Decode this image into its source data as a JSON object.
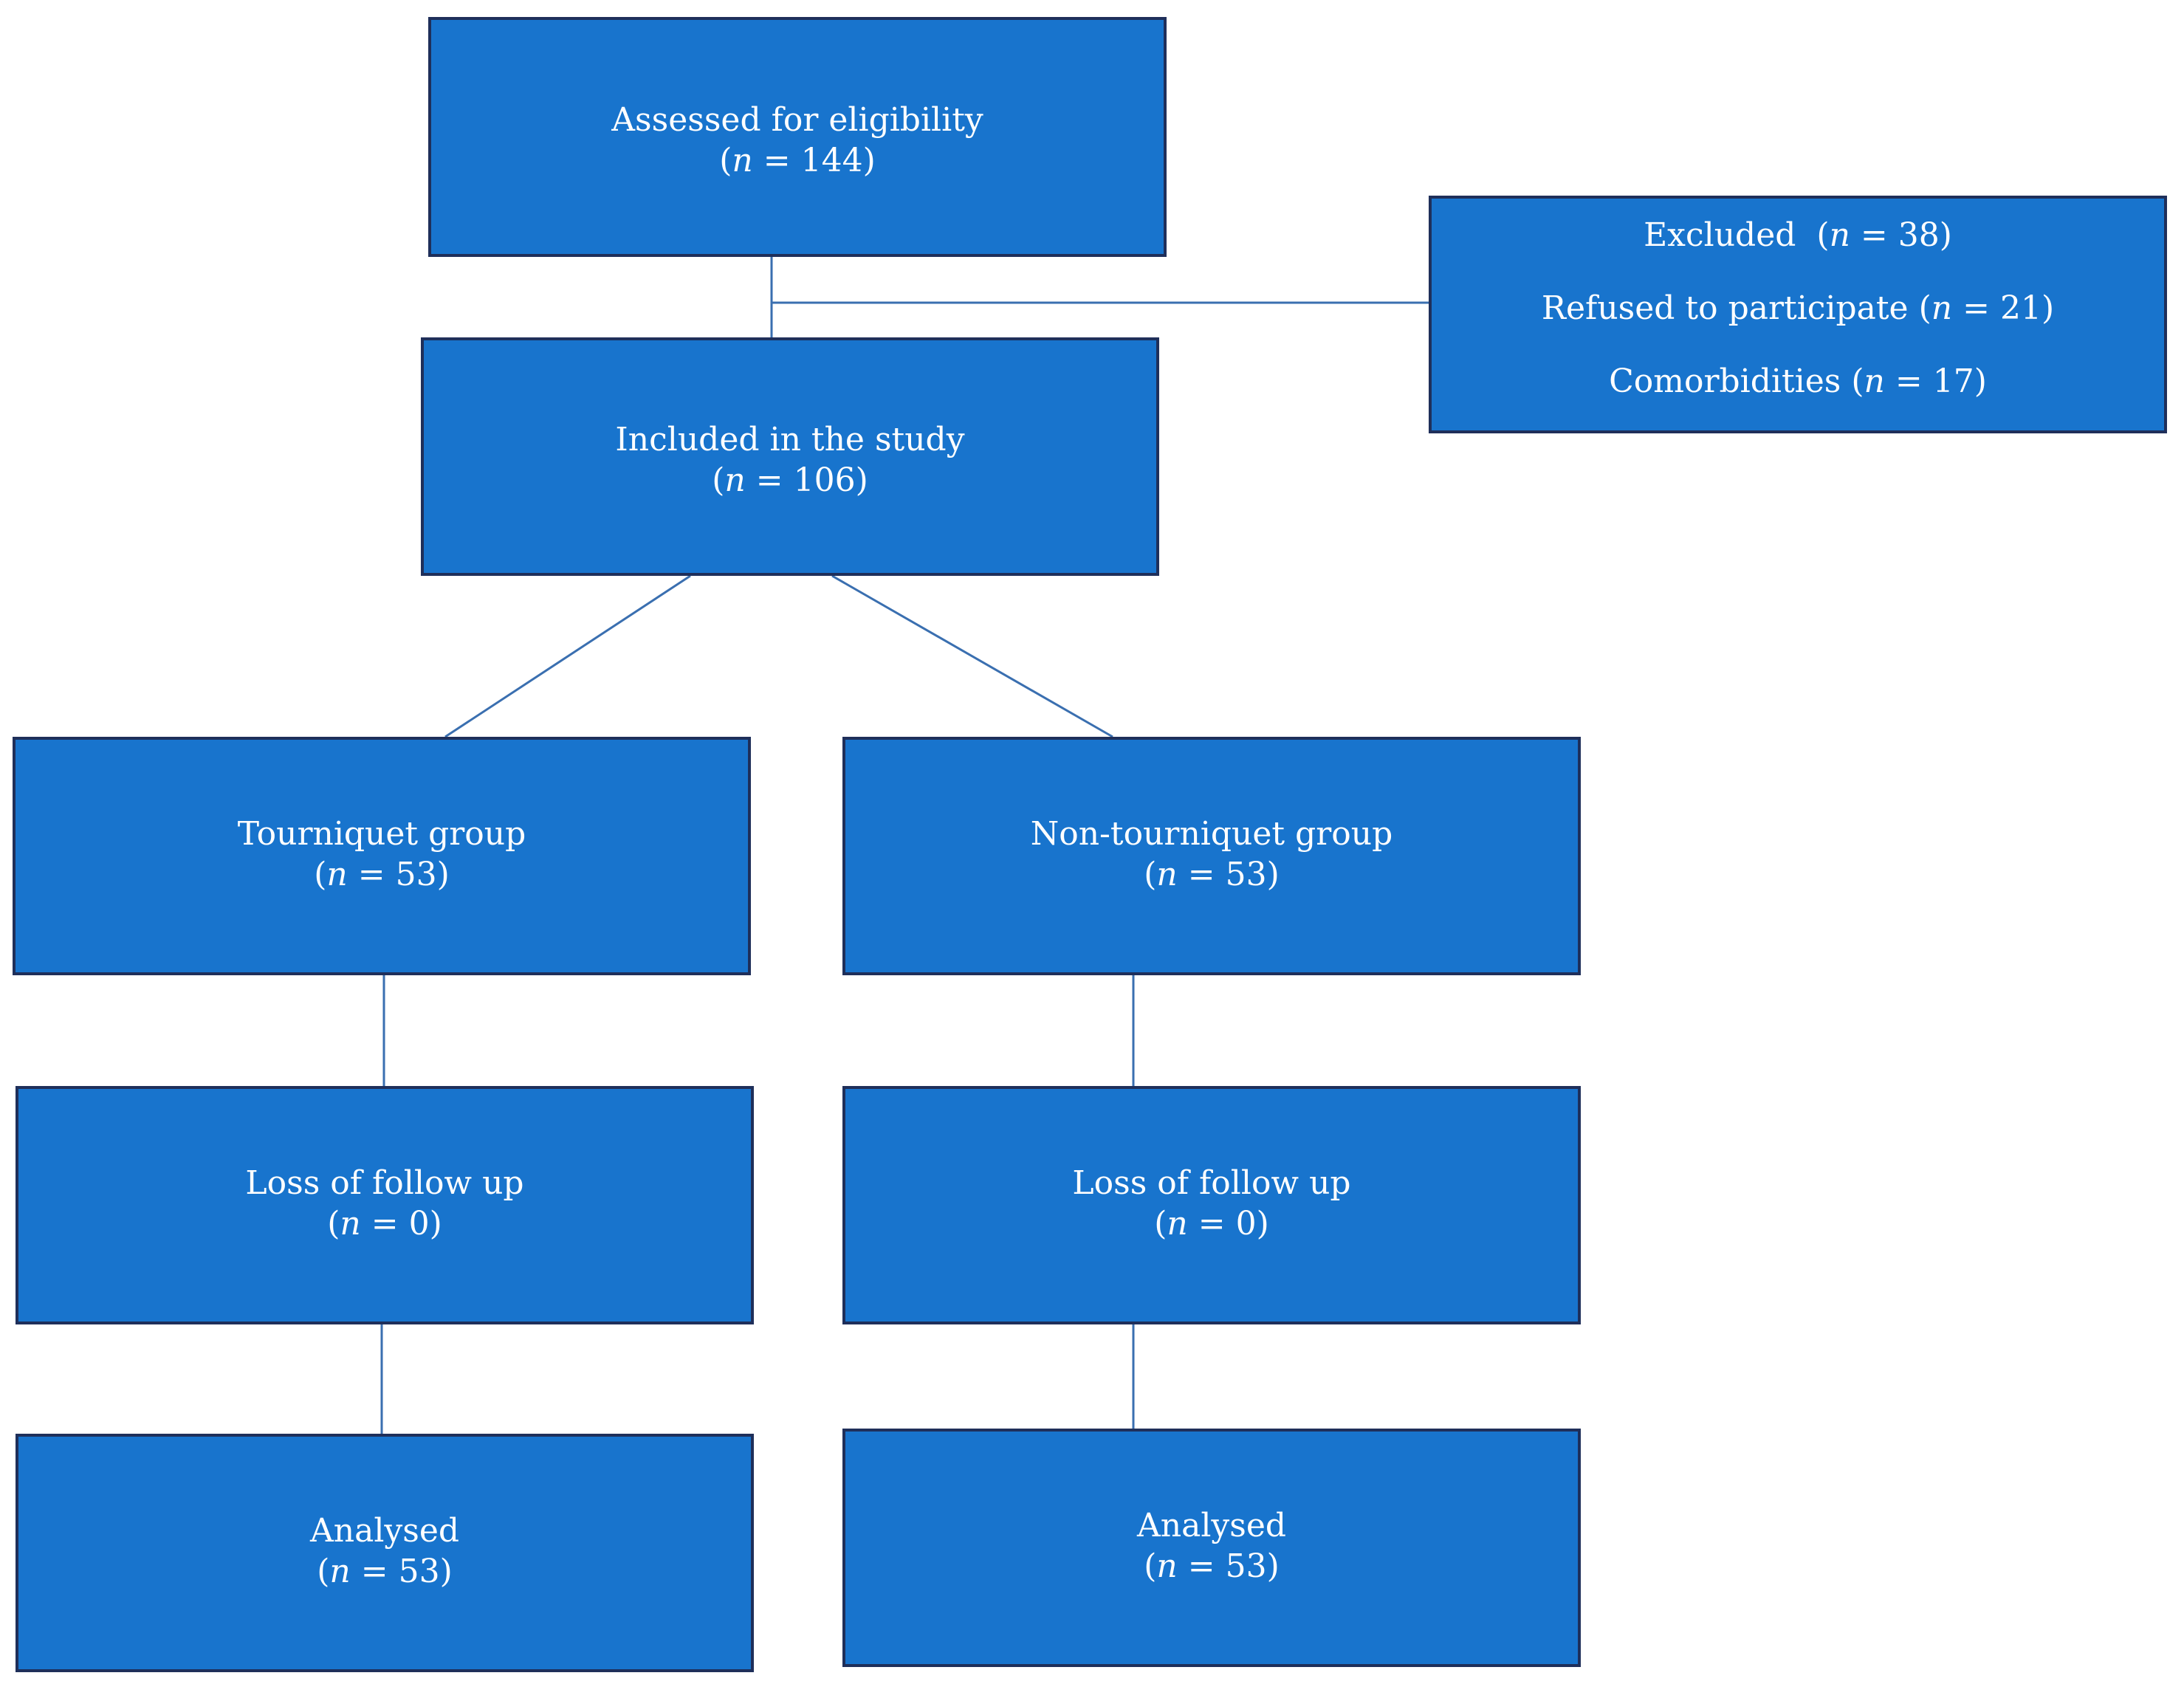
{
  "boxes": {
    "assessed": {
      "label": "Assessed for eligibility",
      "n": "144"
    },
    "excluded": {
      "label": "Excluded",
      "n": "38",
      "reasons": [
        {
          "label": "Refused to participate",
          "n": "21"
        },
        {
          "label": "Comorbidities",
          "n": "17"
        }
      ]
    },
    "included": {
      "label": "Included in the study",
      "n": "106"
    },
    "tourniquet": {
      "label": "Tourniquet group",
      "n": "53"
    },
    "non_tourniquet": {
      "label": "Non-tourniquet group",
      "n": "53"
    },
    "loss_left": {
      "label": "Loss of follow up",
      "n": "0"
    },
    "loss_right": {
      "label": "Loss of follow up",
      "n": "0"
    },
    "analysed_left": {
      "label": "Analysed",
      "n": "53"
    },
    "analysed_right": {
      "label": "Analysed",
      "n": "53"
    }
  },
  "colors": {
    "box_fill": "#1874CD",
    "box_border": "#1f2f5a",
    "text": "#ffffff",
    "connector": "#3a6fb0"
  }
}
